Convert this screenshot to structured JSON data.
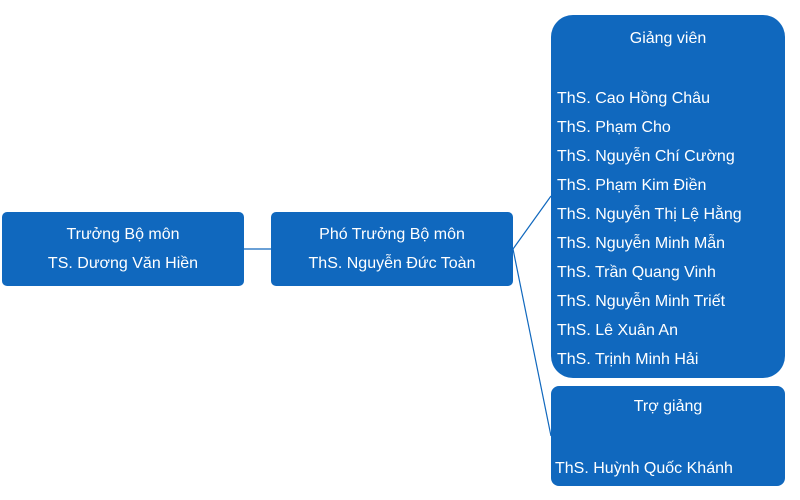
{
  "colors": {
    "box_fill": "#1068be",
    "box_text": "#ffffff",
    "connector": "#1068be"
  },
  "head": {
    "role": "Trưởng Bộ môn",
    "name": "TS. Dương Văn Hiền"
  },
  "deputy": {
    "role": "Phó Trưởng Bộ môn",
    "name": "ThS. Nguyễn Đức Toàn"
  },
  "lecturers": {
    "title": "Giảng viên",
    "members": [
      "ThS. Cao Hồng Châu",
      "ThS. Phạm Cho",
      "ThS. Nguyễn Chí Cường",
      "ThS. Phạm Kim Điền",
      "ThS. Nguyễn Thị Lệ Hằng",
      "ThS. Nguyễn Minh Mẫn",
      "ThS. Trần Quang Vinh",
      "ThS. Nguyễn Minh Triết",
      "ThS. Lê Xuân An",
      "ThS. Trịnh Minh Hải"
    ]
  },
  "teaching_assistants": {
    "title": "Trợ giảng",
    "members": [
      "ThS. Huỳnh Quốc Khánh"
    ]
  }
}
